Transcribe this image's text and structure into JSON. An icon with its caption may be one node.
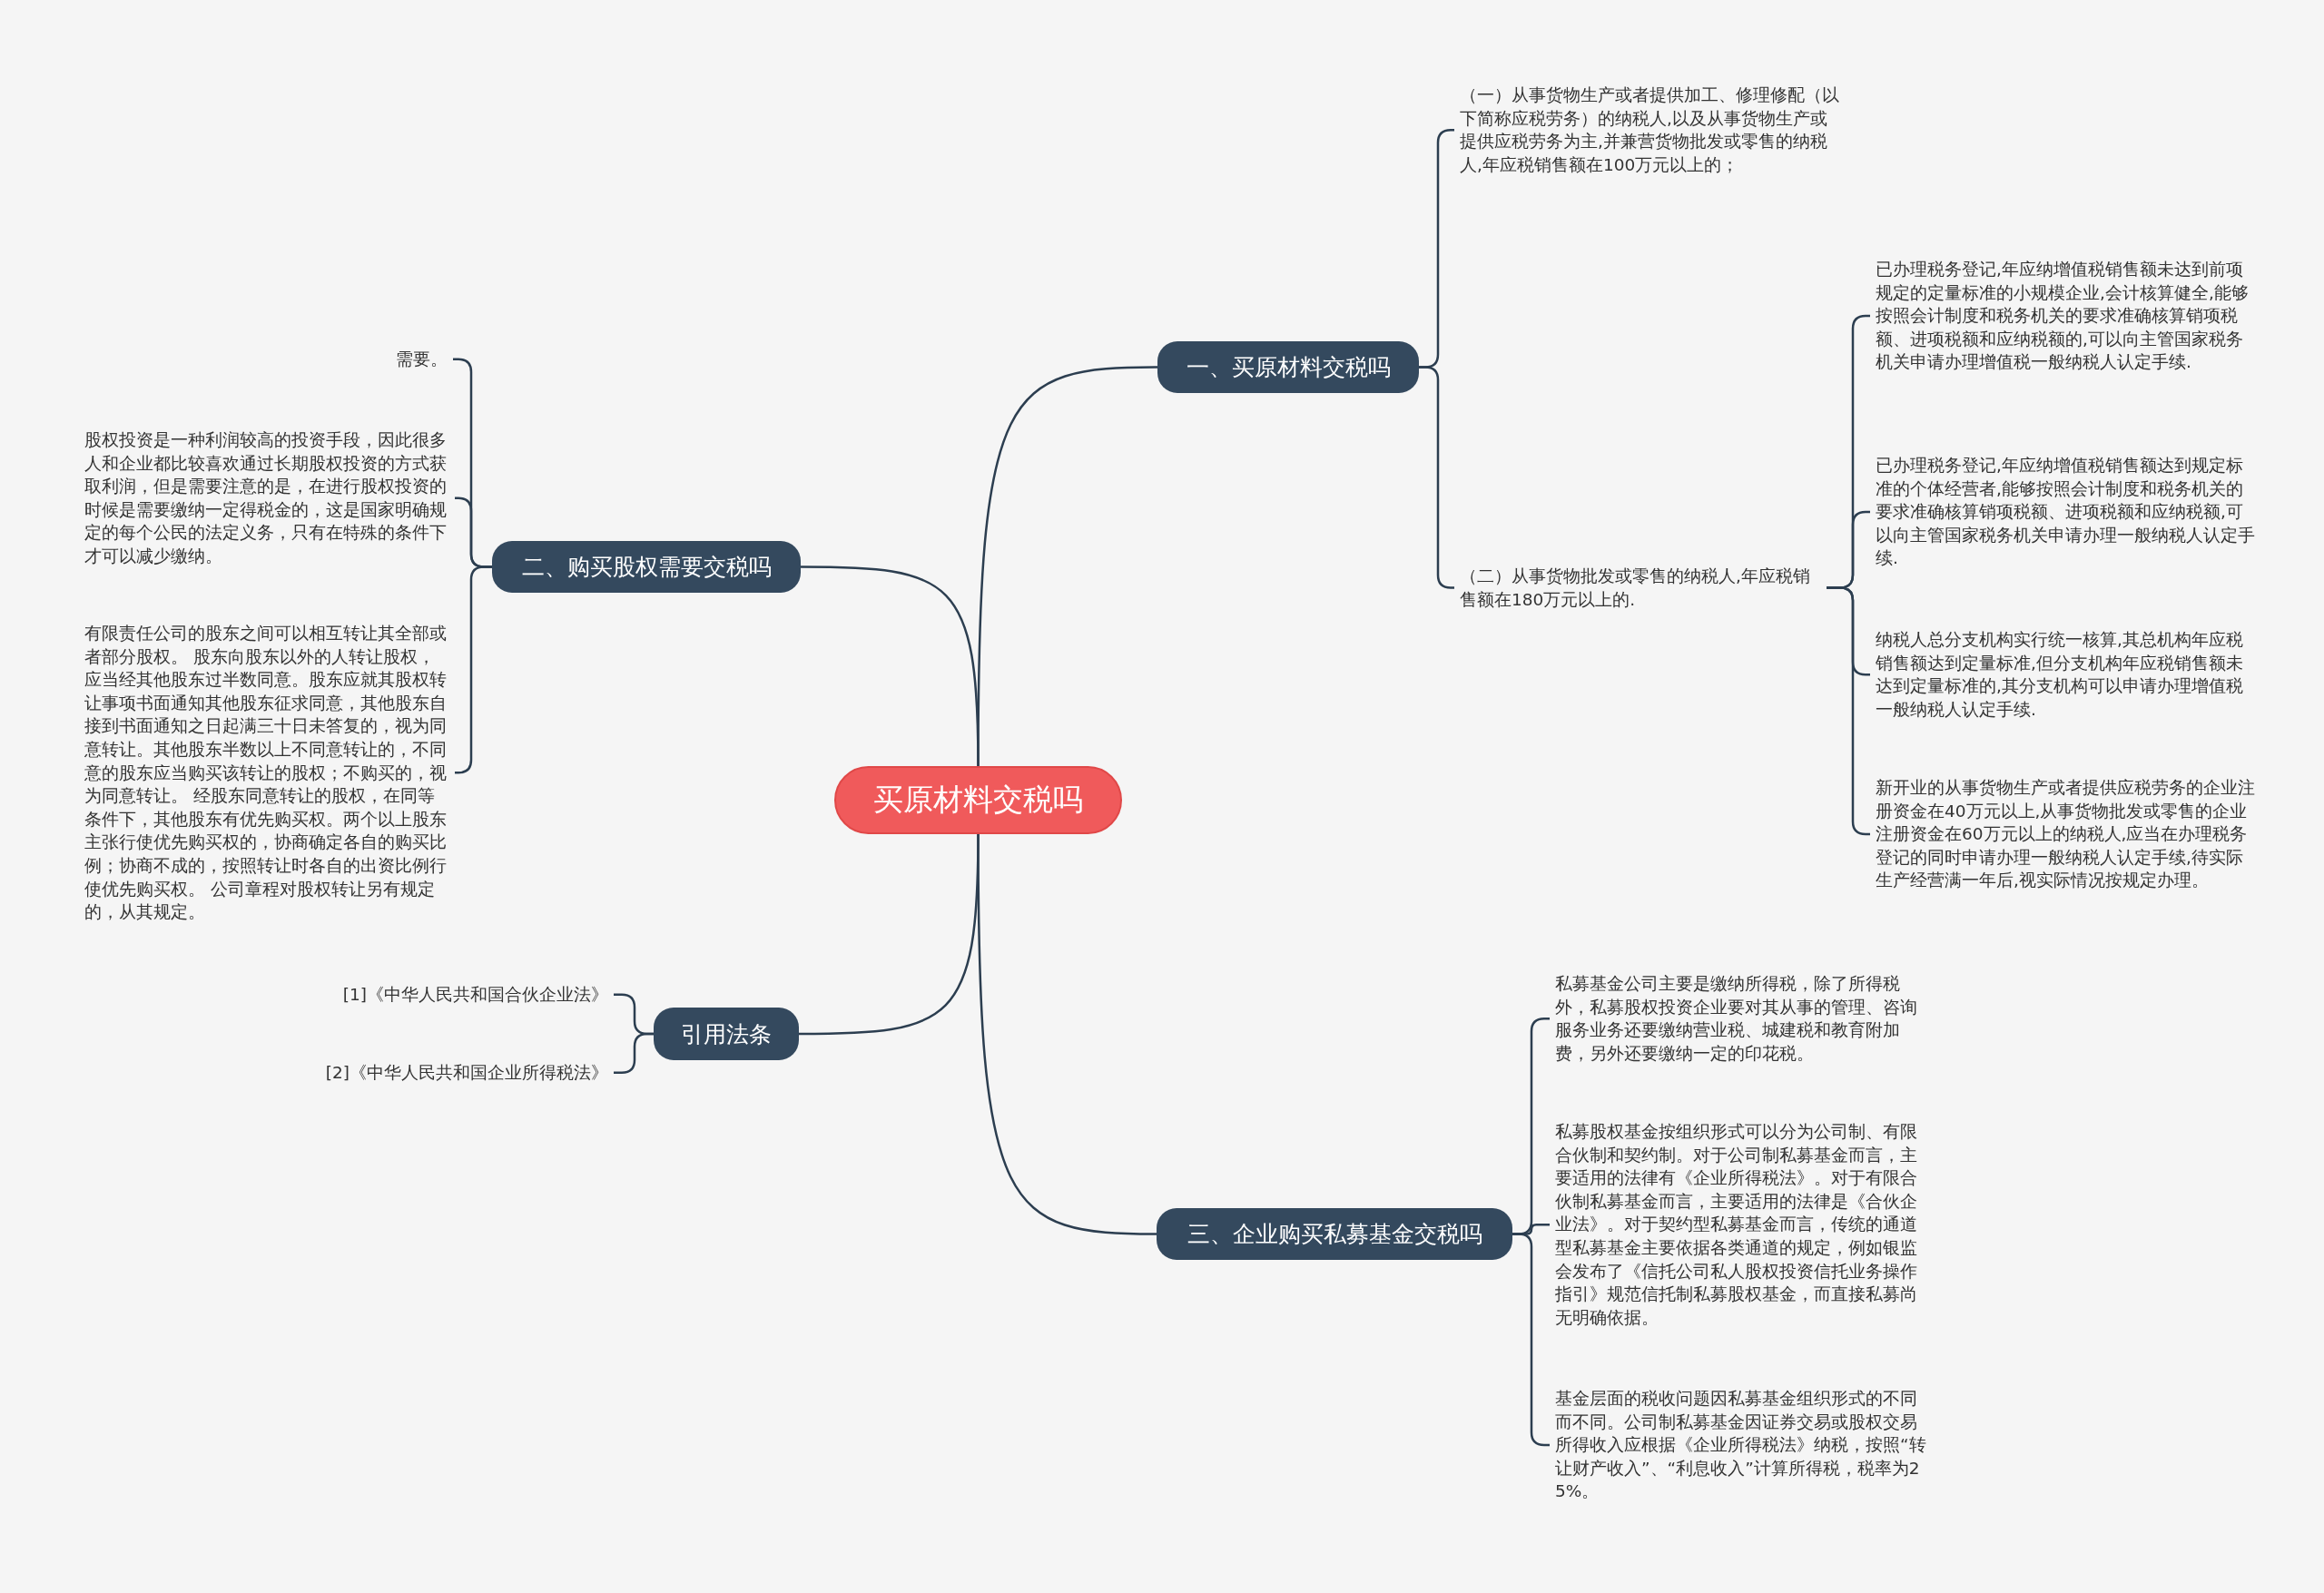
{
  "diagram": {
    "nodes": [
      {
        "text": [
          "买原材料交税吗"
        ]
      },
      {
        "text": [
          "一、买原材料交税吗"
        ]
      },
      {
        "text": [
          "（一）从事货物生产或者提供加工、修理修配（以下简称应税劳务）的纳税人,以及从事货物生产或提供应税劳务为主,并兼营货物批发或零售的纳税人,年应税销售额在100万元以上的；"
        ]
      },
      {
        "text": [
          "（二）从事货物批发或零售的纳税人,年应税销售额在180万元以上的."
        ]
      },
      {
        "text": [
          "已办理税务登记,年应纳增值税销售额未达到前项规定的定量标准的小规模企业,会计核算健全,能够按照会计制度和税务机关的要求准确核算销项税额、进项税额和应纳税额的,可以向主管国家税务机关申请办理增值税一般纳税人认定手续."
        ]
      },
      {
        "text": [
          "已办理税务登记,年应纳增值税销售额达到规定标准的个体经营者,能够按照会计制度和税务机关的要求准确核算销项税额、进项税额和应纳税额,可以向主管国家税务机关申请办理一般纳税人认定手续."
        ]
      },
      {
        "text": [
          "纳税人总分支机构实行统一核算,其总机构年应税销售额达到定量标准,但分支机构年应税销售额未达到定量标准的,其分支机构可以申请办理增值税一般纳税人认定手续."
        ]
      },
      {
        "text": [
          "新开业的从事货物生产或者提供应税劳务的企业注册资金在40万元以上,从事货物批发或零售的企业注册资金在60万元以上的纳税人,应当在办理税务登记的同时申请办理一般纳税人认定手续,待实际生产经营满一年后,视实际情况按规定办理。"
        ]
      },
      {
        "text": [
          "二、购买股权需要交税吗"
        ]
      },
      {
        "text": [
          "需要。"
        ]
      },
      {
        "text": [
          "股权投资是一种利润较高的投资手段，因此很多人和企业都比较喜欢通过长期股权投资的方式获取利润，但是需要注意的是，在进行股权投资的时候是需要缴纳一定得税金的，这是国家明确规定的每个公民的法定义务，只有在特殊的条件下才可以减少缴纳。"
        ]
      },
      {
        "text": [
          "有限责任公司的股东之间可以相互转让其全部或者部分股权。 股东向股东以外的人转让股权，应当经其他股东过半数同意。股东应就其股权转让事项书面通知其他股东征求同意，其他股东自接到书面通知之日起满三十日未答复的，视为同意转让。其他股东半数以上不同意转让的，不同意的股东应当购买该转让的股权；不购买的，视为同意转让。 经股东同意转让的股权，在同等条件下，其他股东有优先购买权。两个以上股东主张行使优先购买权的，协商确定各自的购买比例；协商不成的，按照转让时各自的出资比例行使优先购买权。 公司章程对股权转让另有规定的，从其规定。"
        ]
      },
      {
        "text": [
          "引用法条"
        ]
      },
      {
        "text": [
          "[1]《中华人民共和国合伙企业法》"
        ]
      },
      {
        "text": [
          "[2]《中华人民共和国企业所得税法》"
        ]
      },
      {
        "text": [
          "三、企业购买私募基金交税吗"
        ]
      },
      {
        "text": [
          "私募基金公司主要是缴纳所得税，除了所得税外，私募股权投资企业要对其从事的管理、咨询服务业务还要缴纳营业税、城建税和教育附加费，另外还要缴纳一定的印花税。"
        ]
      },
      {
        "text": [
          "私募股权基金按组织形式可以分为公司制、有限合伙制和契约制。对于公司制私募基金而言，主要适用的法律有《企业所得税法》。对于有限合伙制私募基金而言，主要适用的法律是《合伙企业法》。对于契约型私募基金而言，传统的通道型私募基金主要依据各类通道的规定，例如银监会发布了《信托公司私人股权投资信托业务操作指引》规范信托制私募股权基金，而直接私募尚无明确依据。"
        ]
      },
      {
        "text": [
          "基金层面的税收问题因私募基金组织形式的不同而不同。公司制私募基金因证券交易或股权交易所得收入应根据《企业所得税法》纳税，按照“转让财产收入”、“利息收入”计算所得税，税率为25%。"
        ]
      }
    ],
    "edges": [
      {
        "from": 0,
        "to": 1,
        "arrow": "none"
      },
      {
        "from": 1,
        "to": 2,
        "arrow": "none"
      },
      {
        "from": 1,
        "to": 3,
        "arrow": "none"
      },
      {
        "from": 3,
        "to": 4,
        "arrow": "none"
      },
      {
        "from": 3,
        "to": 5,
        "arrow": "none"
      },
      {
        "from": 3,
        "to": 6,
        "arrow": "none"
      },
      {
        "from": 3,
        "to": 7,
        "arrow": "none"
      },
      {
        "from": 0,
        "to": 8,
        "arrow": "none"
      },
      {
        "from": 8,
        "to": 9,
        "arrow": "none"
      },
      {
        "from": 8,
        "to": 10,
        "arrow": "none"
      },
      {
        "from": 8,
        "to": 11,
        "arrow": "none"
      },
      {
        "from": 0,
        "to": 12,
        "arrow": "none"
      },
      {
        "from": 12,
        "to": 13,
        "arrow": "none"
      },
      {
        "from": 12,
        "to": 14,
        "arrow": "none"
      },
      {
        "from": 0,
        "to": 15,
        "arrow": "none"
      },
      {
        "from": 15,
        "to": 16,
        "arrow": "none"
      },
      {
        "from": 15,
        "to": 17,
        "arrow": "none"
      },
      {
        "from": 15,
        "to": 18,
        "arrow": "none"
      }
    ]
  }
}
